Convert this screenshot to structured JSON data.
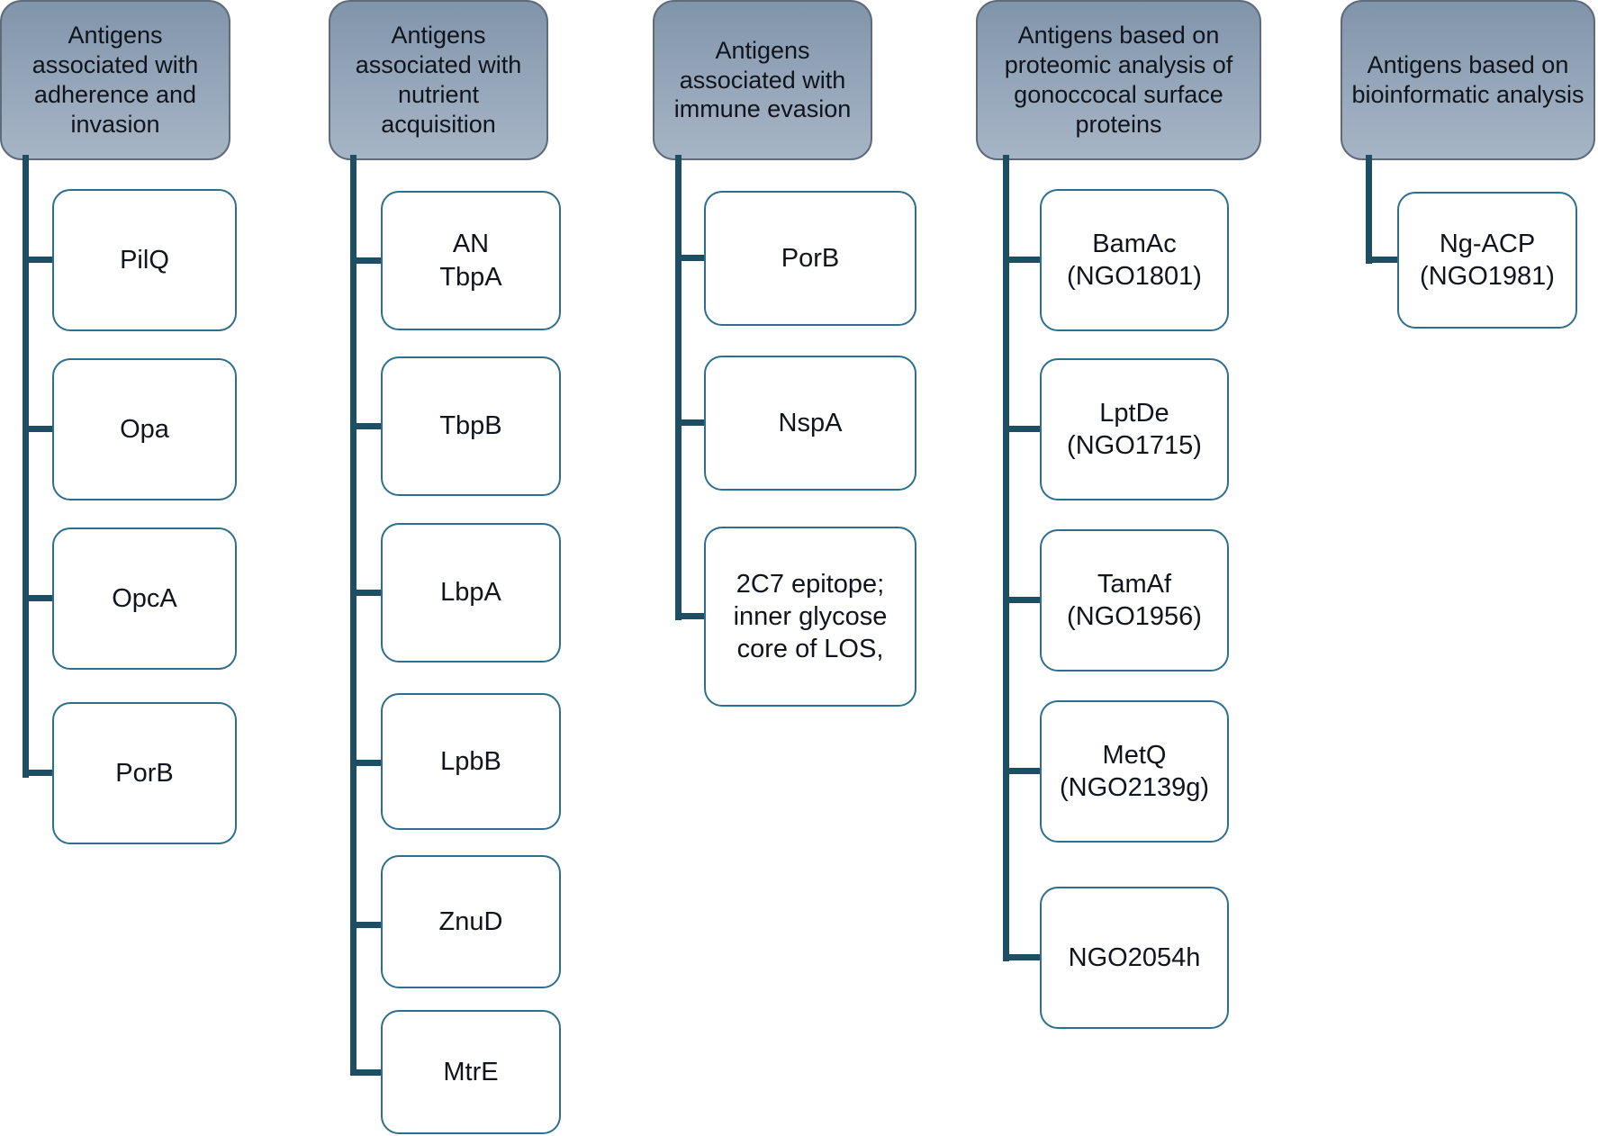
{
  "figure": {
    "colors": {
      "header_gradient_top": "#8094aa",
      "header_gradient_bottom": "#a6b5c5",
      "header_border": "#5d6b7a",
      "child_border": "#2e6e8e",
      "connector": "#1d4e63",
      "text": "#10141c",
      "background": "#ffffff"
    },
    "columns": [
      {
        "title": "Antigens associated with adherence and invasion",
        "children": [
          {
            "label": "PilQ"
          },
          {
            "label": "Opa"
          },
          {
            "label": "OpcA"
          },
          {
            "label": "PorB"
          }
        ]
      },
      {
        "title": "Antigens associated with nutrient acquisition",
        "children": [
          {
            "label": "AN\nTbpA"
          },
          {
            "label": "TbpB"
          },
          {
            "label": "LbpA"
          },
          {
            "label": "LpbB"
          },
          {
            "label": "ZnuD"
          },
          {
            "label": "MtrE"
          }
        ]
      },
      {
        "title": "Antigens associated with immune evasion",
        "children": [
          {
            "label": "PorB"
          },
          {
            "label": "NspA"
          },
          {
            "label": "2C7 epitope;\ninner glycose\ncore of LOS,"
          }
        ]
      },
      {
        "title": "Antigens based on proteomic analysis of  gonoccocal surface proteins",
        "children": [
          {
            "label": "BamAc\n(NGO1801)"
          },
          {
            "label": "LptDe\n(NGO1715)"
          },
          {
            "label": "TamAf\n(NGO1956)"
          },
          {
            "label": "MetQ\n(NGO2139g)"
          },
          {
            "label": "NGO2054h"
          }
        ]
      },
      {
        "title": "Antigens based on bioinformatic analysis",
        "children": [
          {
            "label": "Ng-ACP\n(NGO1981)"
          }
        ]
      }
    ]
  }
}
